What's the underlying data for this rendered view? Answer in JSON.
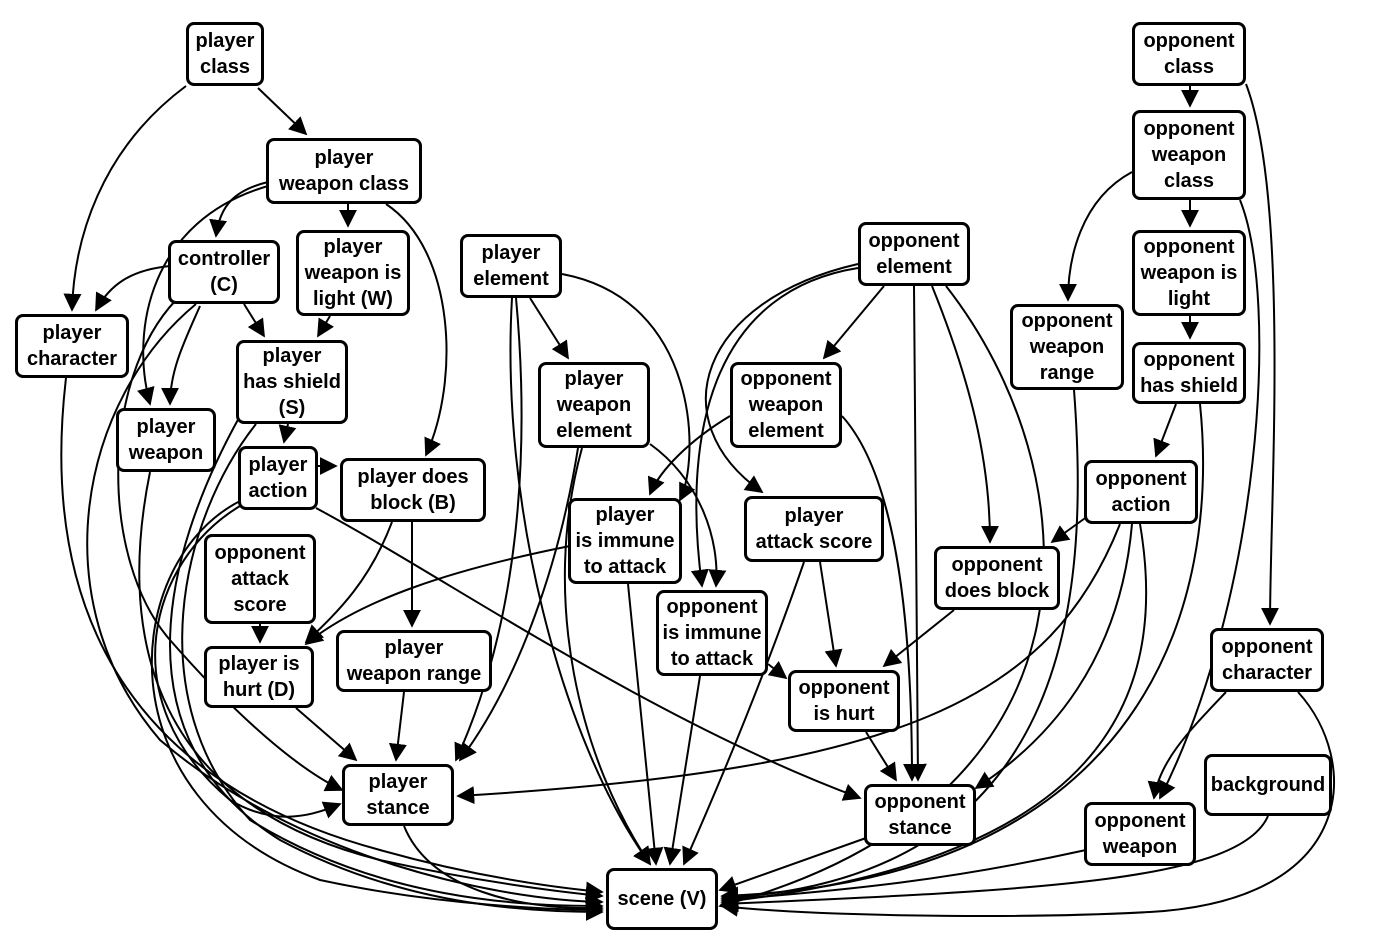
{
  "nodes": {
    "player_class": "player\nclass",
    "player_weapon_class": "player\nweapon class",
    "controller": "controller\n(C)",
    "player_weapon_is_light": "player\nweapon is\nlight (W)",
    "player_character": "player\ncharacter",
    "player_has_shield": "player\nhas shield\n(S)",
    "player_weapon": "player\nweapon",
    "player_action": "player\naction",
    "player_does_block": "player does\nblock (B)",
    "opponent_attack_score": "opponent\nattack\nscore",
    "player_is_hurt": "player is\nhurt (D)",
    "player_weapon_range": "player\nweapon range",
    "player_stance": "player\nstance",
    "player_element": "player\nelement",
    "player_weapon_element": "player\nweapon\nelement",
    "player_is_immune": "player\nis immune\nto attack",
    "opponent_is_immune": "opponent\nis immune\nto attack",
    "player_attack_score": "player\nattack score",
    "opponent_element": "opponent\nelement",
    "opponent_weapon_element": "opponent\nweapon\nelement",
    "opponent_is_hurt": "opponent\nis hurt",
    "opponent_stance": "opponent\nstance",
    "scene": "scene (V)",
    "opponent_does_block": "opponent\ndoes block",
    "opponent_class": "opponent\nclass",
    "opponent_weapon_class": "opponent\nweapon\nclass",
    "opponent_weapon_is_light": "opponent\nweapon is\nlight",
    "opponent_has_shield": "opponent\nhas shield",
    "opponent_weapon_range": "opponent\nweapon\nrange",
    "opponent_action": "opponent\naction",
    "opponent_character": "opponent\ncharacter",
    "background": "background",
    "opponent_weapon": "opponent\nweapon"
  }
}
